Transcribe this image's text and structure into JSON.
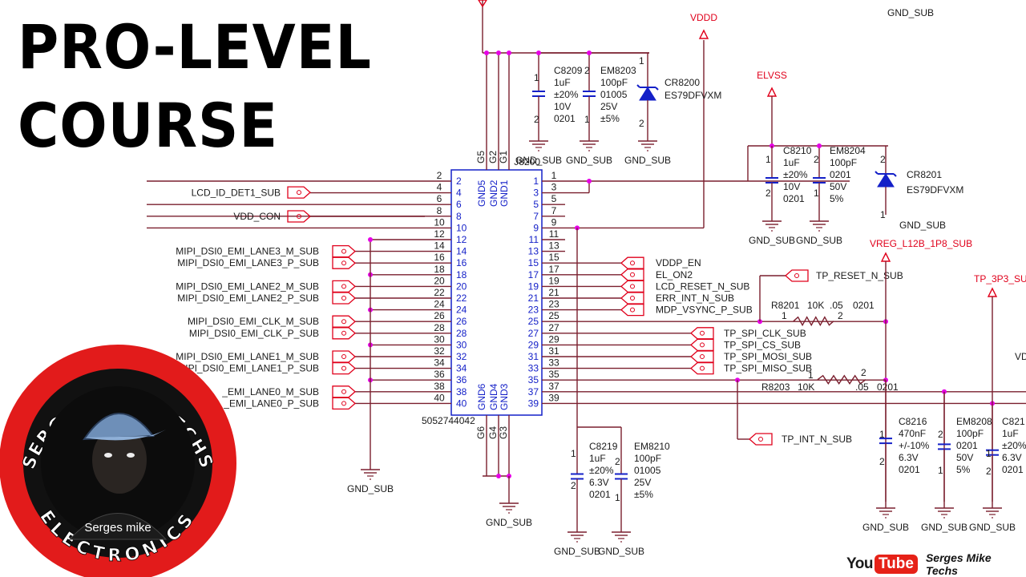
{
  "headline": {
    "line1": "PRO-LEVEL",
    "line2": "COURSE"
  },
  "logo": {
    "ring_text_top": "SERGES MIKE TECHS",
    "ring_text_bottom": "ELECTRONICS",
    "caption": "Serges mike",
    "ring_color": "#e21b1b",
    "face_color": "#111111"
  },
  "youtube": {
    "you": "You",
    "tube": "Tube",
    "channel": "Serges Mike Techs"
  },
  "colors": {
    "wire": "#7a1f2e",
    "label": "#1a1a1a",
    "net_red": "#e0001b",
    "part_blue": "#1420c8",
    "junction": "#e600e6"
  },
  "connector": {
    "ref": "J8200",
    "part_number": "5052744042",
    "gnd_top": [
      "GND5",
      "GND2",
      "GND1"
    ],
    "gnd_bottom": [
      "GND6",
      "GND4",
      "GND3"
    ],
    "g_top": [
      "G5",
      "G2",
      "G1"
    ],
    "g_bottom": [
      "G6",
      "G4",
      "G3"
    ],
    "left_pins": [
      "2",
      "4",
      "6",
      "8",
      "10",
      "12",
      "14",
      "16",
      "18",
      "20",
      "22",
      "24",
      "26",
      "28",
      "30",
      "32",
      "34",
      "36",
      "38",
      "40"
    ],
    "right_pins": [
      "1",
      "3",
      "5",
      "7",
      "9",
      "11",
      "13",
      "15",
      "17",
      "19",
      "21",
      "23",
      "25",
      "27",
      "29",
      "31",
      "33",
      "35",
      "37",
      "39"
    ]
  },
  "left_nets": [
    "LCD_ID_DET1_SUB",
    "VDD_CON",
    "MIPI_DSI0_EMI_LANE3_M_SUB",
    "MIPI_DSI0_EMI_LANE3_P_SUB",
    "MIPI_DSI0_EMI_LANE2_M_SUB",
    "MIPI_DSI0_EMI_LANE2_P_SUB",
    "MIPI_DSI0_EMI_CLK_M_SUB",
    "MIPI_DSI0_EMI_CLK_P_SUB",
    "MIPI_DSI0_EMI_LANE1_M_SUB",
    "MIPI_DSI0_EMI_LANE1_P_SUB",
    "_EMI_LANE0_M_SUB",
    "_EMI_LANE0_P_SUB"
  ],
  "right_nets": [
    "VDDP_EN",
    "EL_ON2",
    "LCD_RESET_N_SUB",
    "ERR_INT_N_SUB",
    "MDP_VSYNC_P_SUB"
  ],
  "spi_nets": [
    "TP_SPI_CLK_SUB",
    "TP_SPI_CS_SUB",
    "TP_SPI_MOSI_SUB",
    "TP_SPI_MISO_SUB"
  ],
  "misc_nets": {
    "tp_reset": "TP_RESET_N_SUB",
    "tp_int": "TP_INT_N_SUB"
  },
  "power_labels": {
    "vddd": "VDDD",
    "elvss": "ELVSS",
    "vreg": "VREG_L12B_1P8_SUB",
    "tp3p3": "TP_3P3_SU",
    "vdd_edge": "VD"
  },
  "ground_label": "GND_SUB",
  "resistors": [
    {
      "ref": "R8201",
      "value": "10K",
      "tol": ".05",
      "pkg": "0201",
      "p1": "1",
      "p2": "2"
    },
    {
      "ref": "R8203",
      "value": "10K",
      "tol": ".05",
      "pkg": "0201",
      "p1": "1",
      "p2": "2"
    }
  ],
  "caps": [
    {
      "ref": "C8209",
      "lines": [
        "1uF",
        "±20%",
        "10V",
        "0201"
      ]
    },
    {
      "ref": "EM8203",
      "lines": [
        "100pF",
        "01005",
        "25V",
        "±5%"
      ]
    },
    {
      "ref": "C8210",
      "lines": [
        "1uF",
        "±20%",
        "10V",
        "0201"
      ]
    },
    {
      "ref": "EM8204",
      "lines": [
        "100pF",
        "0201",
        "50V",
        "5%"
      ]
    },
    {
      "ref": "C8219",
      "lines": [
        "1uF",
        "±20%",
        "6.3V",
        "0201"
      ]
    },
    {
      "ref": "EM8210",
      "lines": [
        "100pF",
        "01005",
        "25V",
        "±5%"
      ]
    },
    {
      "ref": "C8216",
      "lines": [
        "470nF",
        "+/-10%",
        "6.3V",
        "0201"
      ]
    },
    {
      "ref": "EM8208",
      "lines": [
        "100pF",
        "0201",
        "50V",
        "5%"
      ]
    },
    {
      "ref": "C821",
      "lines": [
        "1uF",
        "±20%",
        "6.3V",
        "0201"
      ]
    }
  ],
  "diodes": [
    {
      "ref": "CR8200",
      "part": "ES79DFVXM"
    },
    {
      "ref": "CR8201",
      "part": "ES79DFVXM"
    }
  ],
  "pin_nums": {
    "one": "1",
    "two": "2"
  }
}
